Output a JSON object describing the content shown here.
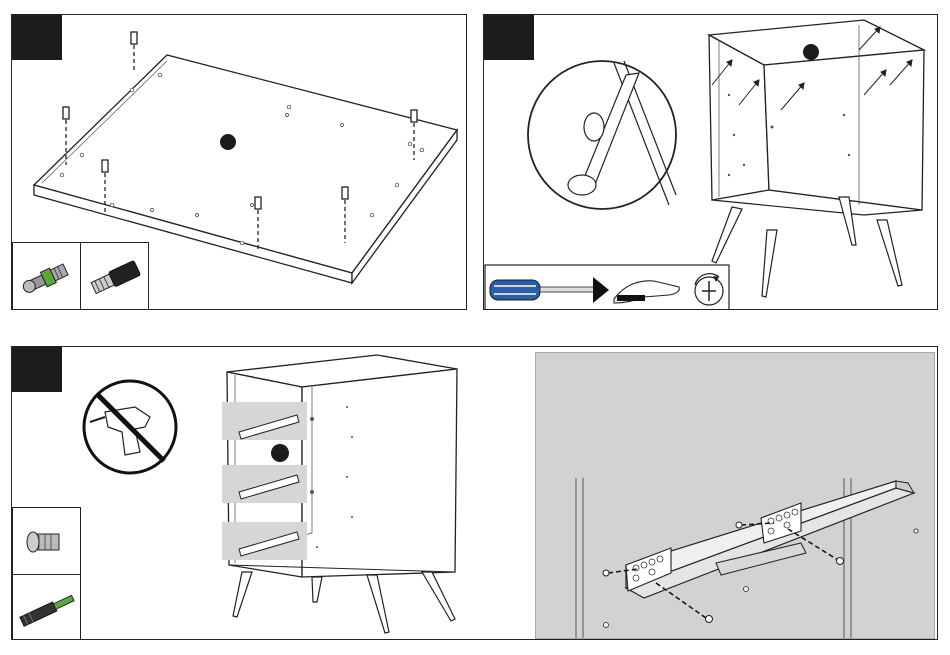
{
  "steps": [
    {
      "id": "step-1",
      "number": ""
    },
    {
      "id": "step-2",
      "number": ""
    },
    {
      "id": "step-3",
      "number": ""
    }
  ],
  "parts": {
    "cam_bolt": "cam-bolt-icon",
    "dowel": "dowel-icon",
    "euro_screw": "euro-screw-icon",
    "screwdriver_bit": "screwdriver-bit-icon"
  },
  "tools": {
    "screwdriver": "screwdriver-icon",
    "hand_turn": "hand-turn-icon",
    "rotate_clockwise": "rotate-clockwise-icon",
    "no_power_drill": "no-power-drill-icon"
  },
  "colors": {
    "badge": "#1c1c1c",
    "screwdriver_handle": "#2a5fa8",
    "cam_green": "#5aa83c",
    "drawer_highlight": "#d6d6d6",
    "detail_background": "#d2d2d2"
  }
}
